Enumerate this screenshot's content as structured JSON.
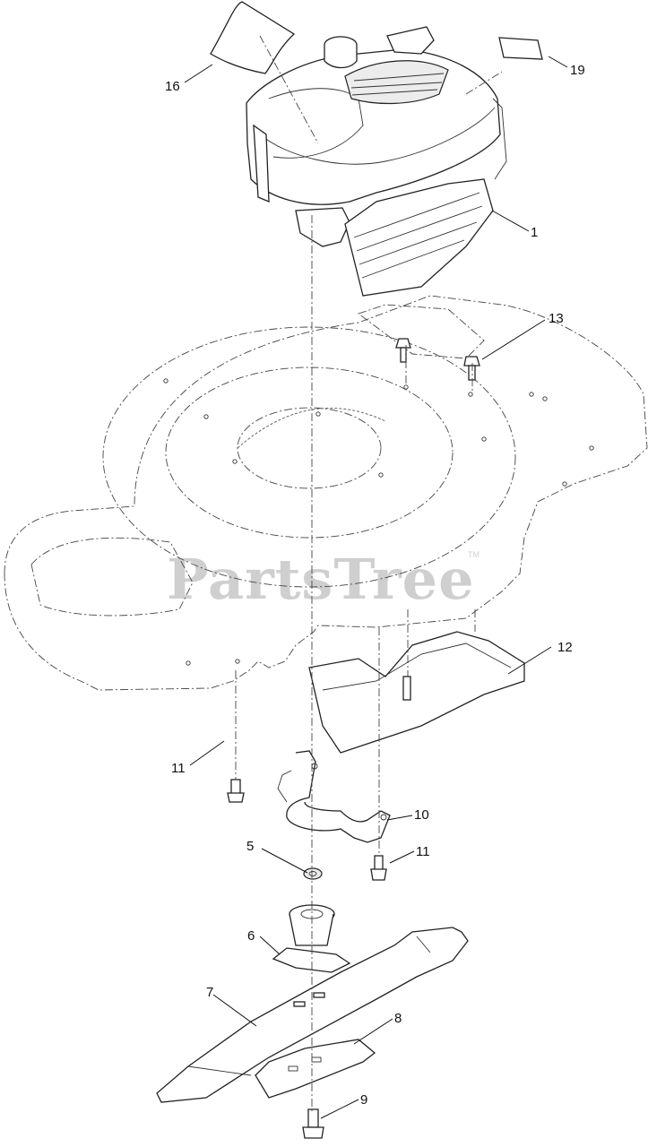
{
  "diagram": {
    "watermark": "PartsTree",
    "watermark_tm": "TM",
    "callouts": [
      {
        "id": "c16",
        "label": "16"
      },
      {
        "id": "c19",
        "label": "19"
      },
      {
        "id": "c1",
        "label": "1"
      },
      {
        "id": "c13",
        "label": "13"
      },
      {
        "id": "c12",
        "label": "12"
      },
      {
        "id": "c11a",
        "label": "11"
      },
      {
        "id": "c10",
        "label": "10"
      },
      {
        "id": "c5",
        "label": "5"
      },
      {
        "id": "c11b",
        "label": "11"
      },
      {
        "id": "c6",
        "label": "6"
      },
      {
        "id": "c7",
        "label": "7"
      },
      {
        "id": "c8",
        "label": "8"
      },
      {
        "id": "c9",
        "label": "9"
      }
    ]
  }
}
